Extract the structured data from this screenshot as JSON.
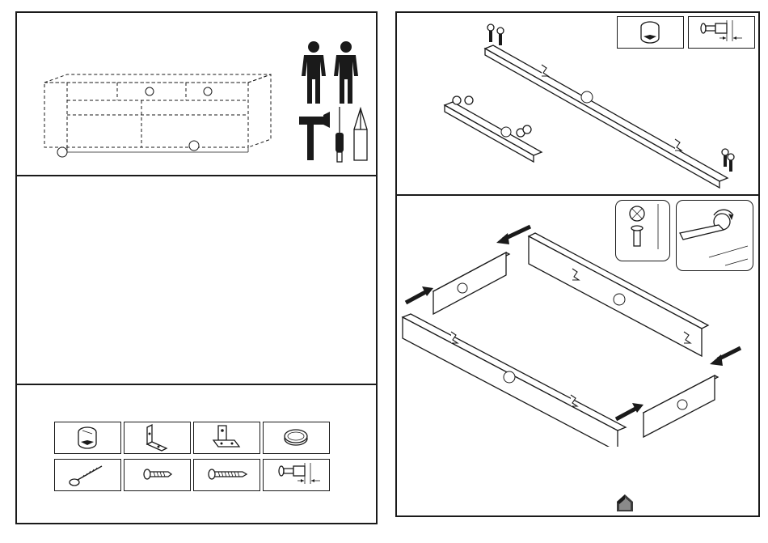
{
  "page": {
    "title": ""
  },
  "steps": [
    {
      "id": "overview",
      "description": ""
    },
    {
      "id": "blank",
      "description": ""
    },
    {
      "id": "hardware",
      "description": ""
    },
    {
      "id": "insert-fittings",
      "description": ""
    },
    {
      "id": "assemble-frame",
      "description": ""
    }
  ],
  "hardware_parts": [
    {
      "name": "cam-lock-icon"
    },
    {
      "name": "angle-bracket-icon"
    },
    {
      "name": "mounting-plate-icon"
    },
    {
      "name": "ring-icon"
    },
    {
      "name": "bolt-icon"
    },
    {
      "name": "short-screw-icon"
    },
    {
      "name": "long-screw-icon"
    },
    {
      "name": "cam-pin-icon"
    }
  ],
  "tools": [
    {
      "name": "person-icon"
    },
    {
      "name": "person-icon"
    },
    {
      "name": "hammer-icon"
    },
    {
      "name": "screwdriver-icon"
    },
    {
      "name": "phillips-screwdriver-icon"
    }
  ],
  "colors": {
    "ink": "#1a1a1a",
    "paper": "#ffffff",
    "logo": "#3c3c3c"
  }
}
